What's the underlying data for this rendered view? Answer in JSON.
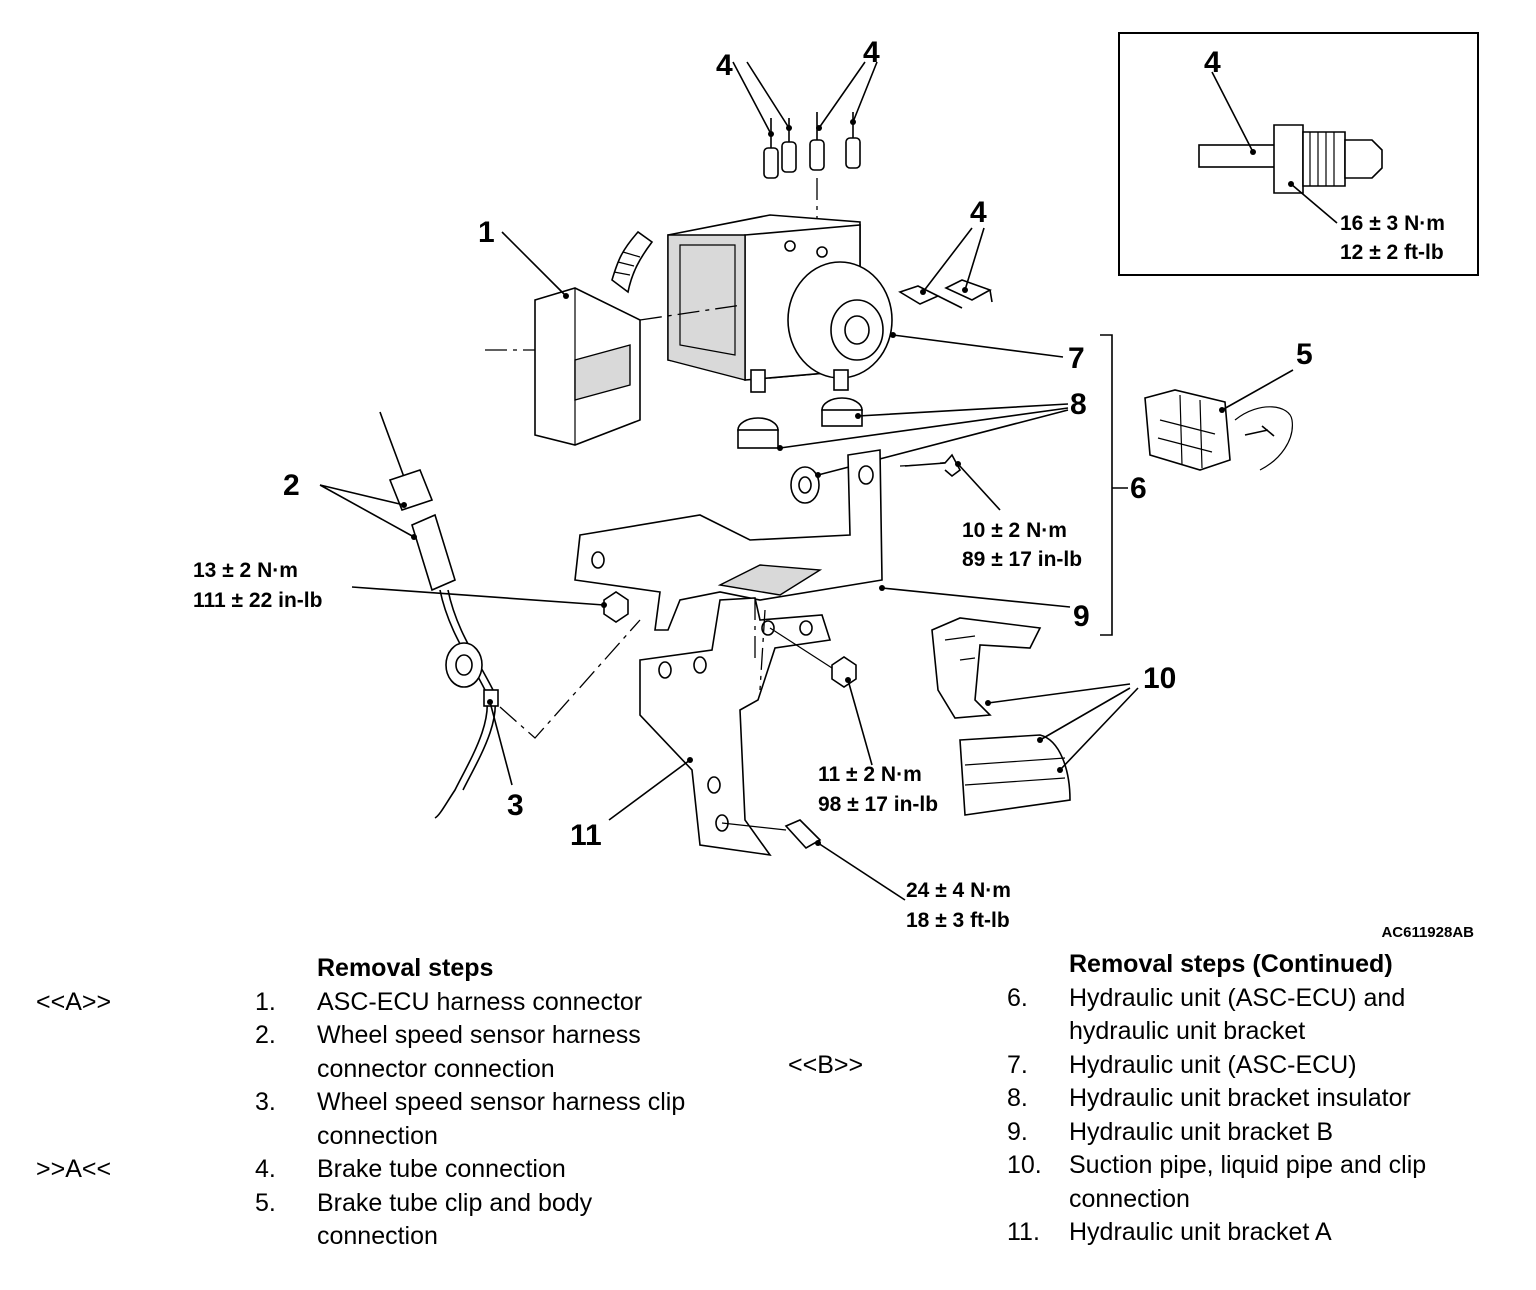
{
  "figure_id": "AC611928AB",
  "callouts": {
    "c1": "1",
    "c2": "2",
    "c3": "3",
    "c4a": "4",
    "c4b": "4",
    "c4c": "4",
    "c4d": "4",
    "c5": "5",
    "c6": "6",
    "c7": "7",
    "c8": "8",
    "c9": "9",
    "c10": "10",
    "c11": "11"
  },
  "torques": {
    "inset": {
      "nm": "16 ± 3 N·m",
      "imp": "12 ± 2 ft-lb"
    },
    "bracket_bolt": {
      "nm": "10 ± 2 N·m",
      "imp": "89 ± 17 in-lb"
    },
    "nut_left": {
      "nm": "13 ± 2 N·m",
      "imp": "111 ± 22 in-lb"
    },
    "nut_mid": {
      "nm": "11 ± 2 N·m",
      "imp": "98 ± 17 in-lb"
    },
    "bolt_bottom": {
      "nm": "24 ± 4 N·m",
      "imp": "18 ± 3 ft-lb"
    }
  },
  "steps_left": {
    "heading": "Removal steps",
    "rows": [
      {
        "ref": "<<A>>",
        "num": "1.",
        "text": "ASC-ECU harness connector"
      },
      {
        "ref": "",
        "num": "2.",
        "text": "Wheel speed sensor harness"
      },
      {
        "ref": "",
        "num": "",
        "text": "connector connection"
      },
      {
        "ref": "",
        "num": "3.",
        "text": "Wheel speed sensor harness clip"
      },
      {
        "ref": "",
        "num": "",
        "text": "connection"
      },
      {
        "ref": ">>A<<",
        "num": "4.",
        "text": "Brake tube connection"
      },
      {
        "ref": "",
        "num": "5.",
        "text": "Brake tube clip and body"
      },
      {
        "ref": "",
        "num": "",
        "text": "connection"
      }
    ]
  },
  "steps_right": {
    "heading": "Removal steps (Continued)",
    "rows": [
      {
        "ref": "",
        "num": "6.",
        "text": "Hydraulic unit (ASC-ECU) and"
      },
      {
        "ref": "",
        "num": "",
        "text": "hydraulic unit bracket"
      },
      {
        "ref": "<<B>>",
        "num": "7.",
        "text": "Hydraulic unit (ASC-ECU)"
      },
      {
        "ref": "",
        "num": "8.",
        "text": "Hydraulic unit bracket insulator"
      },
      {
        "ref": "",
        "num": "9.",
        "text": "Hydraulic unit bracket B"
      },
      {
        "ref": "",
        "num": "10.",
        "text": "Suction pipe, liquid pipe and clip"
      },
      {
        "ref": "",
        "num": "",
        "text": "connection"
      },
      {
        "ref": "",
        "num": "11.",
        "text": "Hydraulic unit bracket A"
      }
    ]
  }
}
